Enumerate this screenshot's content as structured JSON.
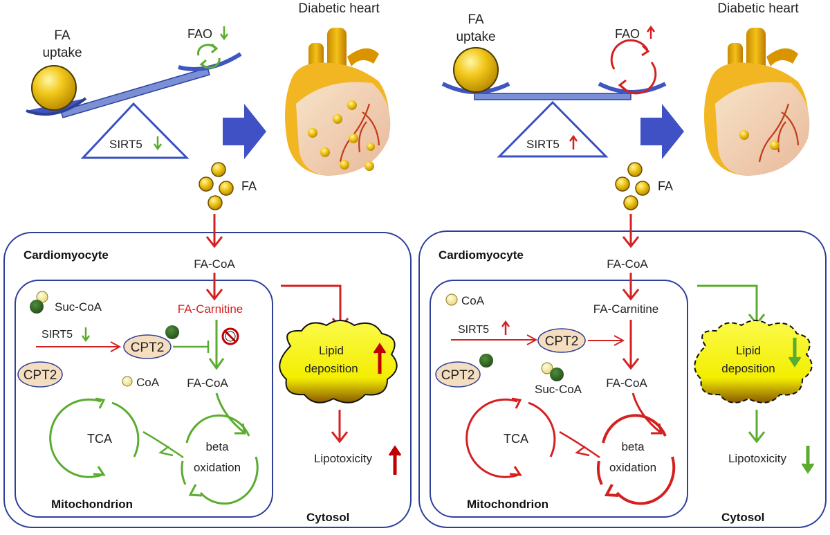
{
  "colors": {
    "red": "#d42020",
    "green": "#5aac2e",
    "blue_outline": "#2e3f98",
    "seesaw_fill": "#7b8fd6",
    "big_arrow": "#3f51c4",
    "fa_yellow": "#e3b10c",
    "cloud_yellow": "#f7f400",
    "cpt2_fill": "#f5ddc0",
    "coa_pale": "#f5ec9c",
    "succ_green": "#2f6a22"
  },
  "left": {
    "fa_uptake": [
      "FA",
      "uptake"
    ],
    "fao": "FAO",
    "sirt5": "SIRT5",
    "diabetic_heart": "Diabetic heart",
    "fa": "FA",
    "cardiomyocyte": "Cardiomyocyte",
    "fa_coa_top": "FA-CoA",
    "suc_coa": "Suc-CoA",
    "fa_carnitine": "FA-Carnitine",
    "sirt5_inner": "SIRT5",
    "cpt2_center": "CPT2",
    "cpt2_left": "CPT2",
    "coa": "CoA",
    "fa_coa_inner": "FA-CoA",
    "tca": "TCA",
    "beta_oxidation": [
      "beta",
      "oxidation"
    ],
    "lipid_deposition": [
      "Lipid",
      "deposition"
    ],
    "lipotoxicity": "Lipotoxicity",
    "mitochondrion": "Mitochondrion",
    "cytosol": "Cytosol"
  },
  "right": {
    "fa_uptake": [
      "FA",
      "uptake"
    ],
    "fao": "FAO",
    "sirt5": "SIRT5",
    "diabetic_heart": "Diabetic heart",
    "fa": "FA",
    "cardiomyocyte": "Cardiomyocyte",
    "fa_coa_top": "FA-CoA",
    "coa": "CoA",
    "fa_carnitine": "FA-Carnitine",
    "sirt5_inner": "SIRT5",
    "cpt2_center": "CPT2",
    "cpt2_left": "CPT2",
    "suc_coa": "Suc-CoA",
    "fa_coa_inner": "FA-CoA",
    "tca": "TCA",
    "beta_oxidation": [
      "beta",
      "oxidation"
    ],
    "lipid_deposition": [
      "Lipid",
      "deposition"
    ],
    "lipotoxicity": "Lipotoxicity",
    "mitochondrion": "Mitochondrion",
    "cytosol": "Cytosol"
  }
}
